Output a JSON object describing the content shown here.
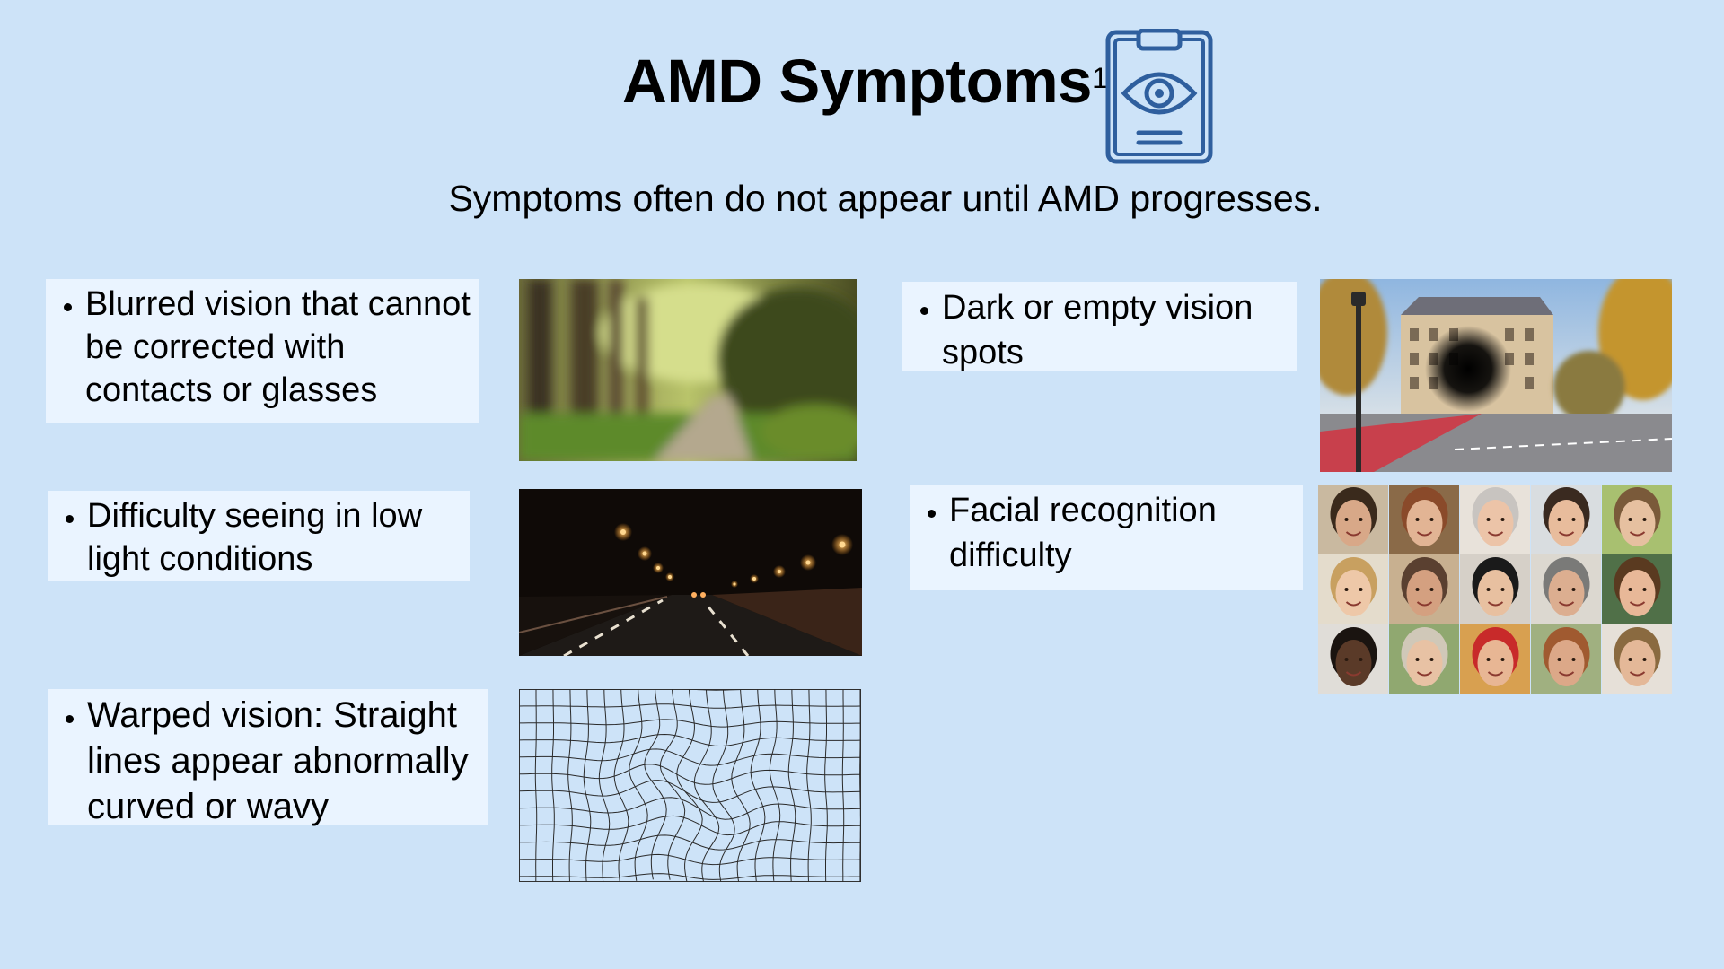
{
  "title": "AMD Symptoms",
  "title_superscript": "1",
  "header_icon": "tablet-eye-icon",
  "subtitle": "Symptoms often do not appear until AMD progresses.",
  "symptoms": {
    "blurred": "Blurred vision that cannot be corrected with contacts or glasses",
    "low_light": "Difficulty seeing in low light conditions",
    "warped": "Warped vision: Straight lines appear abnormally curved or wavy",
    "dark_spots": "Dark or empty vision spots",
    "facial": "Facial recognition difficulty"
  },
  "images": {
    "blurred": "blurred-forest-path-image",
    "low_light": "night-highway-image",
    "warped": "distorted-grid-image",
    "dark_spots": "city-street-dark-spot-image",
    "facial": "faces-grid-image"
  },
  "colors": {
    "background": "#cde3f8",
    "card": "#eaf4ff",
    "icon": "#2f5f9e"
  }
}
